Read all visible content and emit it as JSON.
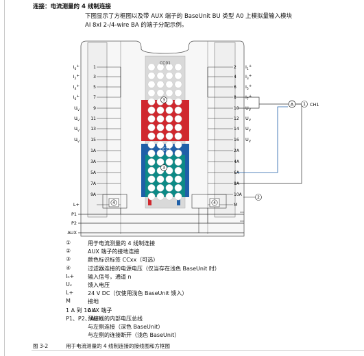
{
  "header": {
    "title": "连接：电流测量的 4 线制连接"
  },
  "intro": {
    "line1": "下图显示了方框图以及带 AUX 端子的 BaseUnit BU 类型 A0 上模拟量输入模块",
    "line2": "AI 8xI 2-/4-wire BA 的端子分配示例。"
  },
  "diagram": {
    "cc_top": "CC01",
    "cc_bottom": "CC73",
    "ch_label": "CH1",
    "circle_3": "3",
    "circle_4": "4",
    "circle_2": "2",
    "circle_1": "1",
    "a_label": "A",
    "left_labels": [
      {
        "name": "I",
        "sub": "0",
        "sup": "+",
        "num": "1"
      },
      {
        "name": "I",
        "sub": "2",
        "sup": "+",
        "num": "3"
      },
      {
        "name": "I",
        "sub": "4",
        "sup": "+",
        "num": "5"
      },
      {
        "name": "I",
        "sub": "6",
        "sup": "+",
        "num": "7"
      },
      {
        "name": "U",
        "sub": "V",
        "sup": "",
        "num": "9"
      },
      {
        "name": "U",
        "sub": "V",
        "sup": "",
        "num": "11"
      },
      {
        "name": "U",
        "sub": "V",
        "sup": "",
        "num": "13"
      },
      {
        "name": "U",
        "sub": "V",
        "sup": "",
        "num": "15"
      },
      {
        "name": "",
        "sub": "",
        "sup": "",
        "num": "1A"
      },
      {
        "name": "",
        "sub": "",
        "sup": "",
        "num": "3A"
      },
      {
        "name": "",
        "sub": "",
        "sup": "",
        "num": "5A"
      },
      {
        "name": "",
        "sub": "",
        "sup": "",
        "num": "7A"
      },
      {
        "name": "",
        "sub": "",
        "sup": "",
        "num": "9A"
      },
      {
        "name": "L+",
        "sub": "",
        "sup": "",
        "num": ""
      }
    ],
    "right_labels": [
      {
        "num": "2",
        "name": "I",
        "sub": "1",
        "sup": "+"
      },
      {
        "num": "4",
        "name": "I",
        "sub": "3",
        "sup": "+"
      },
      {
        "num": "6",
        "name": "I",
        "sub": "5",
        "sup": "+"
      },
      {
        "num": "8",
        "name": "I",
        "sub": "7",
        "sup": "+"
      },
      {
        "num": "10",
        "name": "U",
        "sub": "V",
        "sup": ""
      },
      {
        "num": "12",
        "name": "U",
        "sub": "V",
        "sup": ""
      },
      {
        "num": "14",
        "name": "U",
        "sub": "V",
        "sup": ""
      },
      {
        "num": "16",
        "name": "U",
        "sub": "V",
        "sup": ""
      },
      {
        "num": "2A",
        "name": "",
        "sub": "",
        "sup": ""
      },
      {
        "num": "4A",
        "name": "",
        "sub": "",
        "sup": ""
      },
      {
        "num": "6A",
        "name": "",
        "sub": "",
        "sup": ""
      },
      {
        "num": "8A",
        "name": "",
        "sub": "",
        "sup": ""
      },
      {
        "num": "10A",
        "name": "",
        "sub": "",
        "sup": ""
      },
      {
        "num": "M",
        "name": "",
        "sub": "",
        "sup": ""
      }
    ],
    "bus_labels": [
      "P1",
      "P2",
      "AUX"
    ]
  },
  "legend": [
    {
      "key": "①",
      "value": "用于电流测量的 4 线制连接"
    },
    {
      "key": "②",
      "value": "AUX 端子的接地连接"
    },
    {
      "key": "③",
      "value": "颜色标识标签 CCxx（可选）"
    },
    {
      "key": "④",
      "value": "过滤器连接的电源电压（仅当存在浅色 BaseUnit 时）"
    },
    {
      "key": "Iₙ+",
      "value": "输入信号，通道 n"
    },
    {
      "key": "Uᵥ",
      "value": "馈入电压"
    },
    {
      "key": "L+",
      "value": "24 V DC（仅使用浅色 BaseUnit 馈入）"
    },
    {
      "key": "M",
      "value": "接地"
    },
    {
      "key": "1 A 到 10 A",
      "value": "AUX 端子"
    },
    {
      "key": "P1、P2、AUX",
      "value": "预接线的内部电压总线"
    },
    {
      "key": "",
      "value": "与左侧连接（深色 BaseUnit）"
    },
    {
      "key": "",
      "value": "与左侧的连接断开（浅色 BaseUnit）"
    }
  ],
  "caption": {
    "number": "图 3-2",
    "text": "用于电流测量的 4 线制连接的接线图和方框图"
  },
  "colors": {
    "red": "#d0282e",
    "blue": "#1f5fa8",
    "teal": "#0d8a86",
    "gray": "#d4d4d4",
    "dark": "#333333"
  }
}
